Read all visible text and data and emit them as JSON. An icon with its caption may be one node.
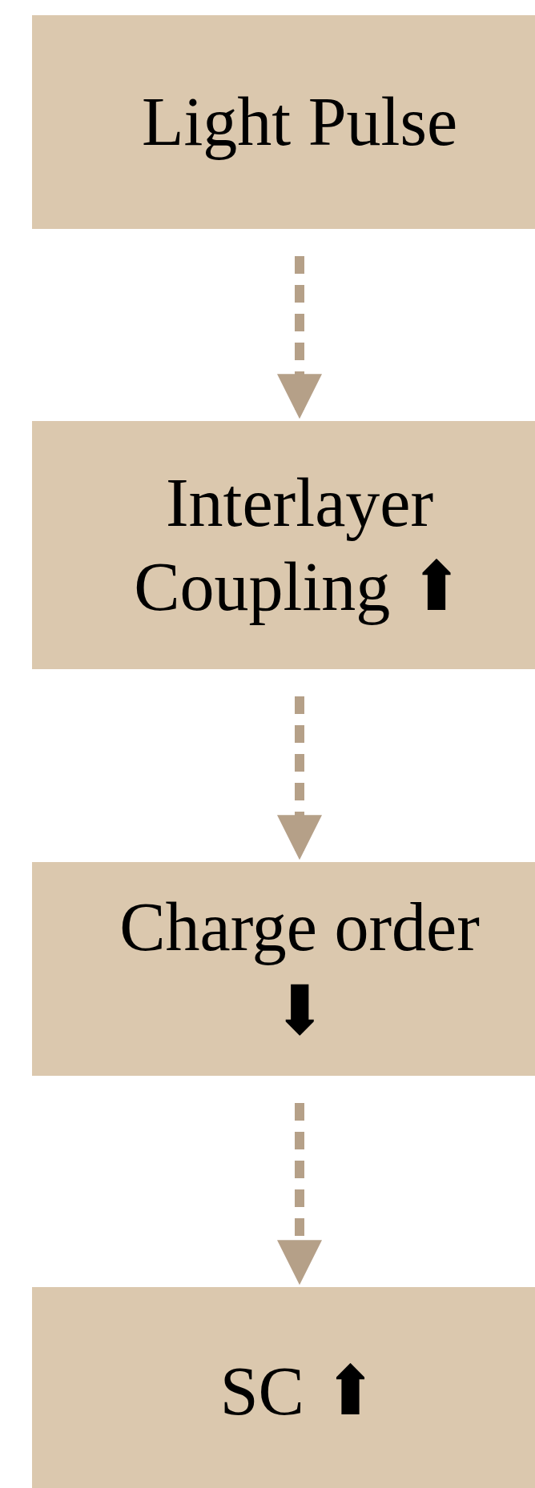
{
  "diagram": {
    "nodes": [
      {
        "text": [
          "Light Pulse"
        ]
      },
      {
        "text": [
          "Interlayer Coupling ⬆"
        ]
      },
      {
        "text": [
          "Charge order ⬇"
        ]
      },
      {
        "text": [
          "SC ⬆"
        ]
      }
    ],
    "edges": [
      {
        "from": 0,
        "to": 1,
        "arrow": "to",
        "style": "dashed"
      },
      {
        "from": 1,
        "to": 2,
        "arrow": "to",
        "style": "dashed"
      },
      {
        "from": 2,
        "to": 3,
        "arrow": "to",
        "style": "dashed"
      }
    ]
  }
}
